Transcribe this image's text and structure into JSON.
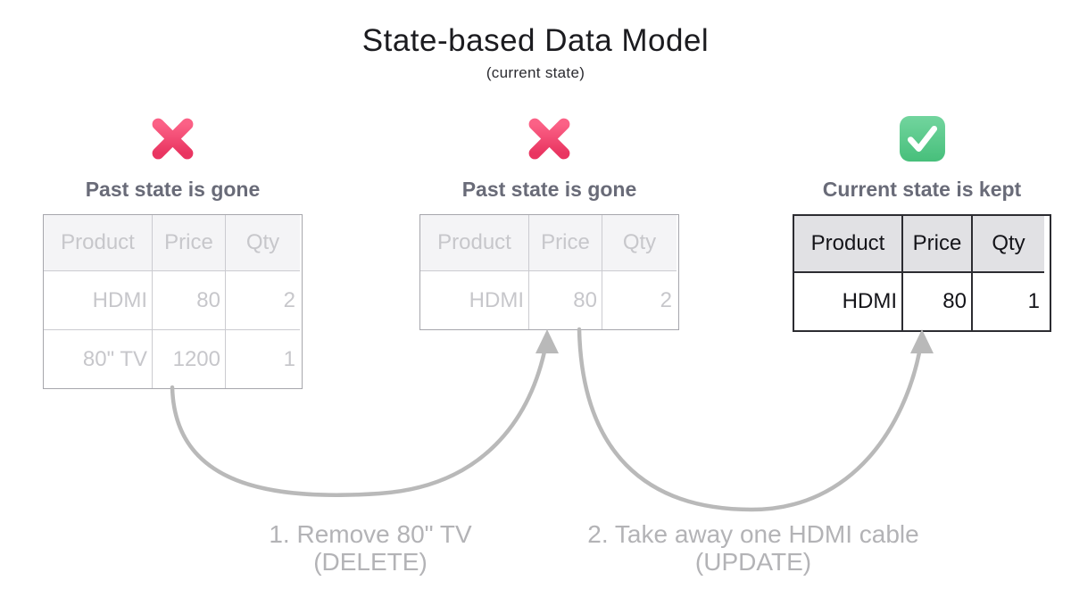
{
  "title": "State-based Data Model",
  "subtitle": "(current state)",
  "colors": {
    "cross_top": "#fb6186",
    "cross_bottom": "#e93561",
    "check_top": "#72d59e",
    "check_bottom": "#47bf7b",
    "check_mark": "#ffffff",
    "label_text": "#696b78",
    "faded_text": "#c7c7cb",
    "solid_text": "#141419",
    "arrow": "#b9b9b9",
    "caption_text": "#b3b3b6"
  },
  "panels": [
    {
      "icon": "cross-icon",
      "label": "Past state is gone",
      "table": {
        "headers": [
          "Product",
          "Price",
          "Qty"
        ],
        "rows": [
          [
            "HDMI",
            "80",
            "2"
          ],
          [
            "80\" TV",
            "1200",
            "1"
          ]
        ]
      }
    },
    {
      "icon": "cross-icon",
      "label": "Past state is gone",
      "table": {
        "headers": [
          "Product",
          "Price",
          "Qty"
        ],
        "rows": [
          [
            "HDMI",
            "80",
            "2"
          ]
        ]
      }
    },
    {
      "icon": "check-icon",
      "label": "Current state is kept",
      "table": {
        "headers": [
          "Product",
          "Price",
          "Qty"
        ],
        "rows": [
          [
            "HDMI",
            "80",
            "1"
          ]
        ]
      }
    }
  ],
  "operations": [
    {
      "step": "1. Remove 80\" TV",
      "action": "(DELETE)"
    },
    {
      "step": "2. Take away one HDMI cable",
      "action": "(UPDATE)"
    }
  ]
}
